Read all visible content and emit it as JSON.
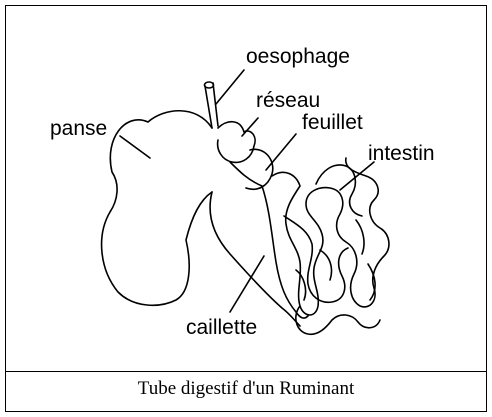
{
  "labels": {
    "oesophage": "oesophage",
    "reseau": "réseau",
    "panse": "panse",
    "feuillet": "feuillet",
    "intestin": "intestin",
    "caillette": "caillette"
  },
  "caption": "Tube digestif d'un Ruminant"
}
